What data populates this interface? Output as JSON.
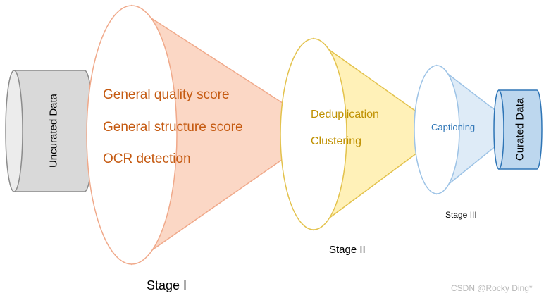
{
  "source_label": "Uncurated Data",
  "target_label": "Curated Data",
  "stages": [
    {
      "name": "Stage I",
      "steps": [
        "General quality score",
        "General structure score",
        "OCR detection"
      ],
      "color": "#c55a11"
    },
    {
      "name": "Stage II",
      "steps": [
        "Deduplication",
        "Clustering"
      ],
      "color": "#bf9000"
    },
    {
      "name": "Stage III",
      "steps": [
        "Captioning"
      ],
      "color": "#2e75b6"
    }
  ],
  "watermark": "CSDN @Rocky Ding*"
}
